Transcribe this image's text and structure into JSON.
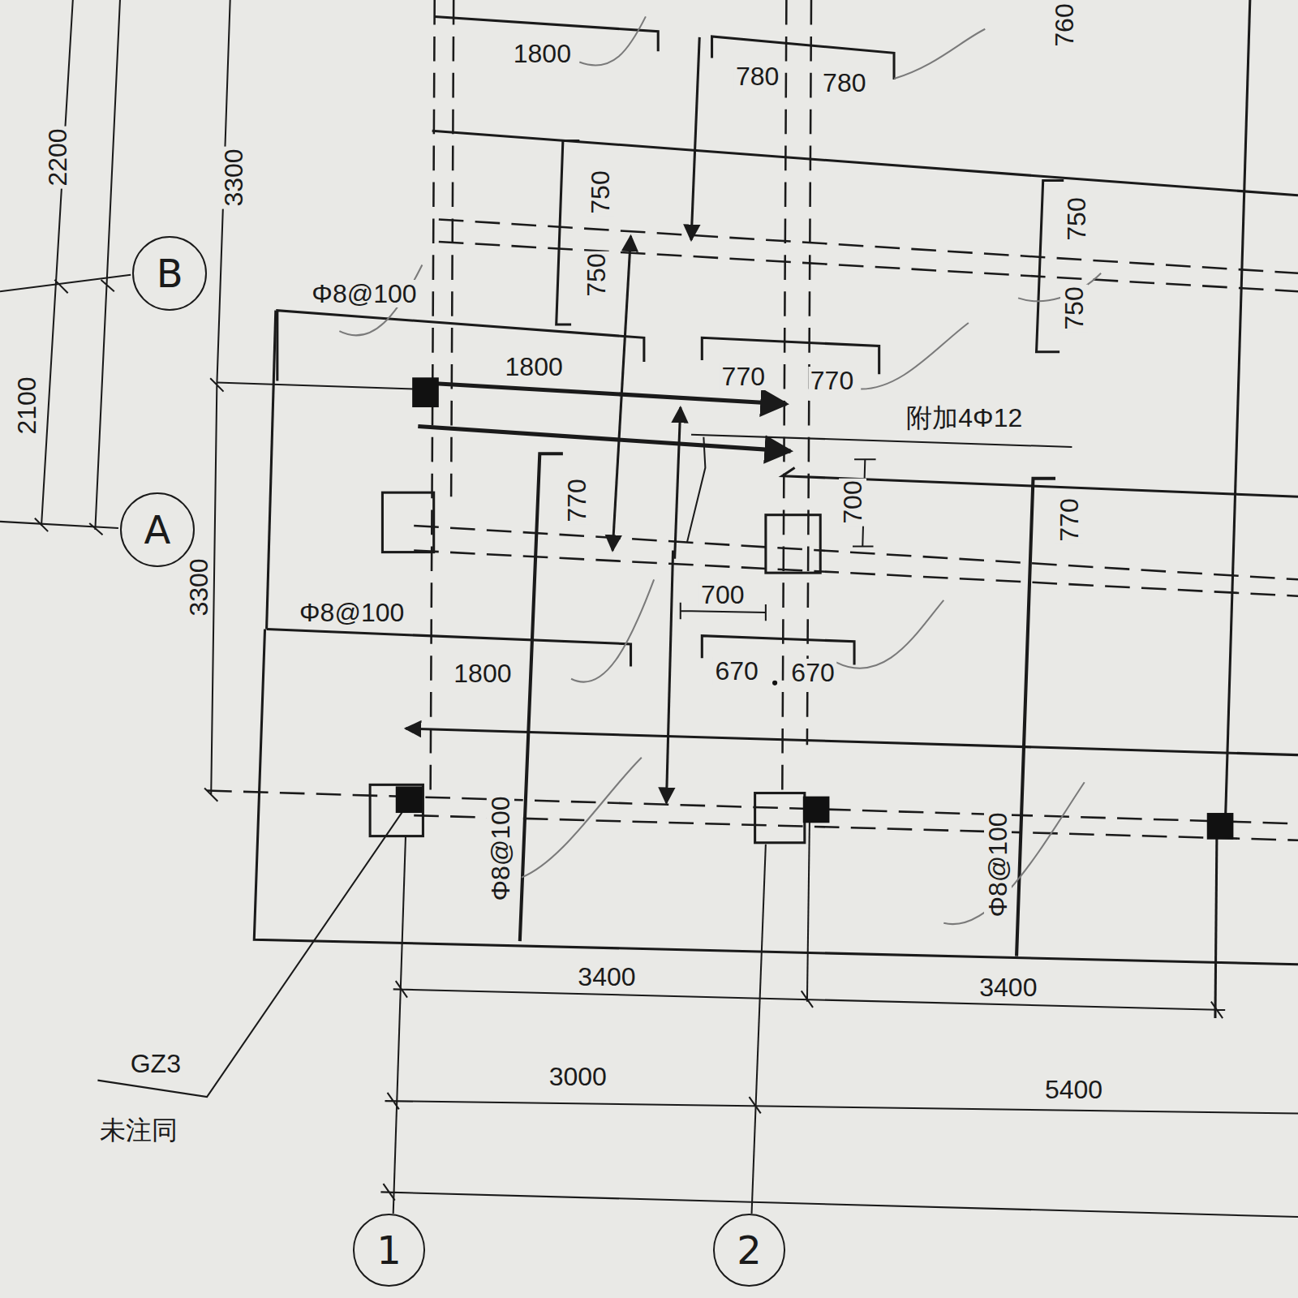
{
  "diagram": {
    "nodes": [
      {
        "text": [
          "B"
        ]
      },
      {
        "text": [
          "A"
        ]
      },
      {
        "text": [
          "1"
        ]
      },
      {
        "text": [
          "2"
        ]
      }
    ],
    "labels": [
      "1800",
      "780",
      "780",
      "760",
      "2200",
      "3300",
      "2100",
      "3300",
      "Φ8@100",
      "1800",
      "750",
      "750",
      "750",
      "750",
      "770",
      "770",
      "附加4Φ12",
      "770",
      "700",
      "770",
      "700",
      "Φ8@100",
      "1800",
      "670",
      "670",
      "Φ8@100",
      "Φ8@100",
      "3400",
      "3400",
      "3000",
      "5400",
      "GZ3",
      "未注同"
    ]
  }
}
